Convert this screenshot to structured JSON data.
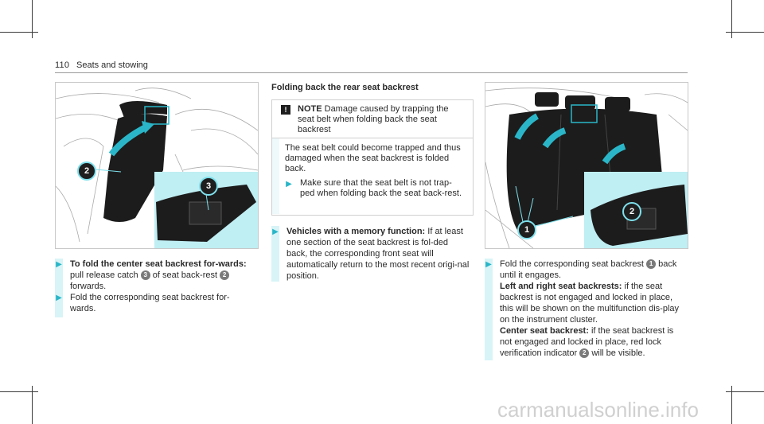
{
  "header": {
    "page_number": "110",
    "title": "Seats and stowing"
  },
  "left_figure": {
    "callouts": [
      "2",
      "3"
    ]
  },
  "left_steps": [
    {
      "bold": "To fold the center seat backrest for-wards:",
      "pre": " pull release catch ",
      "num1": "3",
      "mid": " of seat back-rest ",
      "num2": "2",
      "post": " forwards."
    },
    {
      "text": "Fold the corresponding seat backrest for-wards."
    }
  ],
  "middle": {
    "section_title": "Folding back the rear seat backrest",
    "note": {
      "icon": "!",
      "label": "NOTE",
      "headline": " Damage caused by trapping the seat belt when folding back the seat backrest",
      "body": "The seat belt could become trapped and thus damaged when the seat backrest is folded back.",
      "step": "Make sure that the seat belt is not trap-ped when folding back the seat back-rest."
    },
    "memory_step": {
      "bold": "Vehicles with a memory function:",
      "text": " If at least one section of the seat backrest is fol-ded back, the corresponding front seat will automatically return to the most recent origi-nal position."
    }
  },
  "right_figure": {
    "callouts": [
      "1",
      "2"
    ]
  },
  "right_step": {
    "pre": "Fold the corresponding seat backrest ",
    "num1": "1",
    "post": " back until it engages.",
    "lr_bold": "Left and right seat backrests:",
    "lr_text": " if the seat backrest is not engaged and locked in place, this will be shown on the multifunction dis-play on the instrument cluster.",
    "c_bold": "Center seat backrest:",
    "c_text": " if the seat backrest is not engaged and locked in place, red lock verification indicator ",
    "num2": "2",
    "c_post": " will be visible."
  },
  "watermark": "carmanualsonline.info",
  "colors": {
    "accent": "#2ab6c8",
    "inset": "#bfeef3",
    "seat": "#1c1c1c"
  }
}
